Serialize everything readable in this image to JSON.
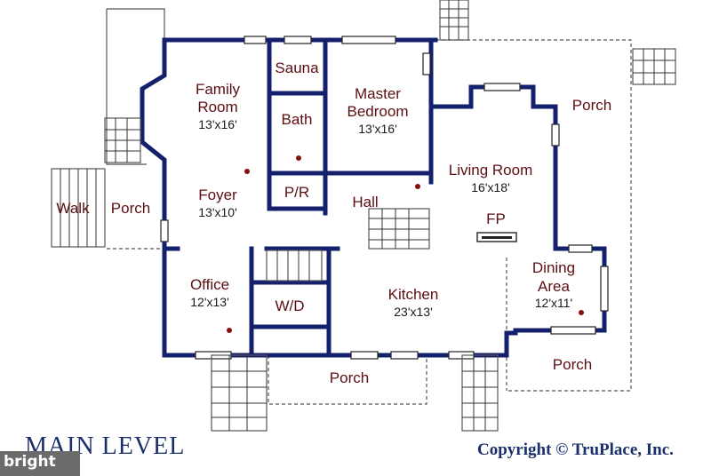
{
  "rooms": {
    "family_room": {
      "name_line1": "Family",
      "name_line2": "Room",
      "size": "13'x16'"
    },
    "sauna": {
      "name": "Sauna"
    },
    "bath": {
      "name": "Bath"
    },
    "master_bedroom": {
      "name_line1": "Master",
      "name_line2": "Bedroom",
      "size": "13'x16'"
    },
    "porch_top_right": {
      "name": "Porch"
    },
    "living_room": {
      "name": "Living Room",
      "size": "16'x18'"
    },
    "foyer": {
      "name": "Foyer",
      "size": "13'x10'"
    },
    "pr": {
      "name": "P/R"
    },
    "hall": {
      "name": "Hall"
    },
    "fp": {
      "name": "FP"
    },
    "walk": {
      "name": "Walk"
    },
    "porch_left": {
      "name": "Porch"
    },
    "office": {
      "name": "Office",
      "size": "12'x13'"
    },
    "wd": {
      "name": "W/D"
    },
    "kitchen": {
      "name": "Kitchen",
      "size": "23'x13'"
    },
    "dining_area": {
      "name_line1": "Dining",
      "name_line2": "Area",
      "size": "12'x11'"
    },
    "porch_bottom": {
      "name": "Porch"
    },
    "porch_bottom_right": {
      "name": "Porch"
    }
  },
  "footer": {
    "level_title": "MAIN LEVEL",
    "copyright": "Copyright © TruPlace, Inc."
  },
  "watermark": {
    "text": "bright"
  },
  "colors": {
    "wall": "#14206b",
    "room_label": "#5c0f12",
    "title": "#1b2f6b"
  }
}
